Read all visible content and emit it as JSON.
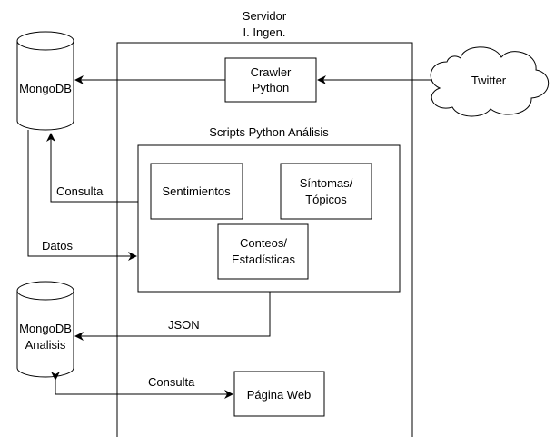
{
  "server": {
    "title_line1": "Servidor",
    "title_line2": "I. Ingen."
  },
  "nodes": {
    "mongodb": {
      "label": "MongoDB",
      "shape": "cylinder"
    },
    "crawler": {
      "line1": "Crawler",
      "line2": "Python"
    },
    "twitter": {
      "label": "Twitter",
      "shape": "cloud"
    },
    "scripts_group": {
      "label": "Scripts Python Análisis"
    },
    "sentimientos": {
      "label": "Sentimientos"
    },
    "sintomas": {
      "line1": "Síntomas/",
      "line2": "Tópicos"
    },
    "conteos": {
      "line1": "Conteos/",
      "line2": "Estadísticas"
    },
    "mongodb_analisis": {
      "line1": "MongoDB",
      "line2": "Analisis",
      "shape": "cylinder"
    },
    "pagina_web": {
      "label": "Página Web"
    }
  },
  "edges": {
    "consulta_scripts": "Consulta",
    "datos": "Datos",
    "json": "JSON",
    "consulta_web": "Consulta"
  },
  "colors": {
    "stroke": "#000000",
    "fill": "#ffffff",
    "text": "#000000"
  }
}
